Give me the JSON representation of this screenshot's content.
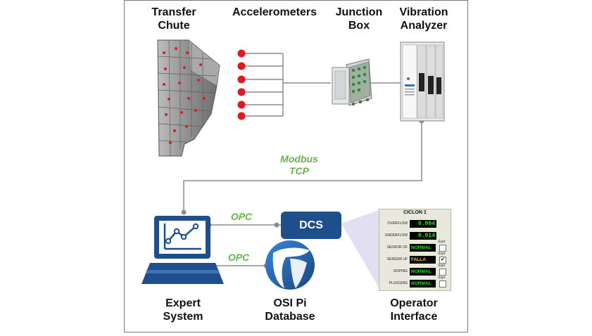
{
  "labels": {
    "transfer_chute": [
      "Transfer",
      "Chute"
    ],
    "accelerometers": "Accelerometers",
    "junction_box": [
      "Junction",
      "Box"
    ],
    "vibration_analyzer": [
      "Vibration",
      "Analyzer"
    ],
    "expert_system": [
      "Expert",
      "System"
    ],
    "osi_pi": [
      "OSI Pi",
      "Database"
    ],
    "operator_interface": [
      "Operator",
      "Interface"
    ],
    "dcs": "DCS"
  },
  "protocols": {
    "modbus": [
      "Modbus",
      "TCP"
    ],
    "opc_dcs": "OPC",
    "opc_pi": "OPC"
  },
  "panel": {
    "title": "CICLON 1",
    "rows": [
      {
        "label": "OVERFLOW",
        "value": "0.004",
        "kind": "num"
      },
      {
        "label": "UNDERFLOW",
        "value": "0.014",
        "kind": "num"
      },
      {
        "label": "SENSOR OF",
        "value": "NORMAL",
        "kind": "status",
        "color": "#27e627",
        "supr": "",
        "checked": false
      },
      {
        "label": "SENSOR UF",
        "value": "FALLA",
        "kind": "status",
        "color": "#f2d51b",
        "supr": "Supr",
        "checked": true
      },
      {
        "label": "ROPING",
        "value": "NORMAL",
        "kind": "status",
        "color": "#27e627",
        "supr": "Supr",
        "checked": false
      },
      {
        "label": "PLUGGING",
        "value": "NORMAL",
        "kind": "status",
        "color": "#27e627",
        "supr": "Supr",
        "checked": false
      }
    ],
    "supr_top": "Supr"
  },
  "colors": {
    "brand_blue": "#1f4e8c",
    "sensor_red": "#e0191e",
    "protocol_green": "#6ab04c",
    "line_gray": "#8c8c8c"
  }
}
